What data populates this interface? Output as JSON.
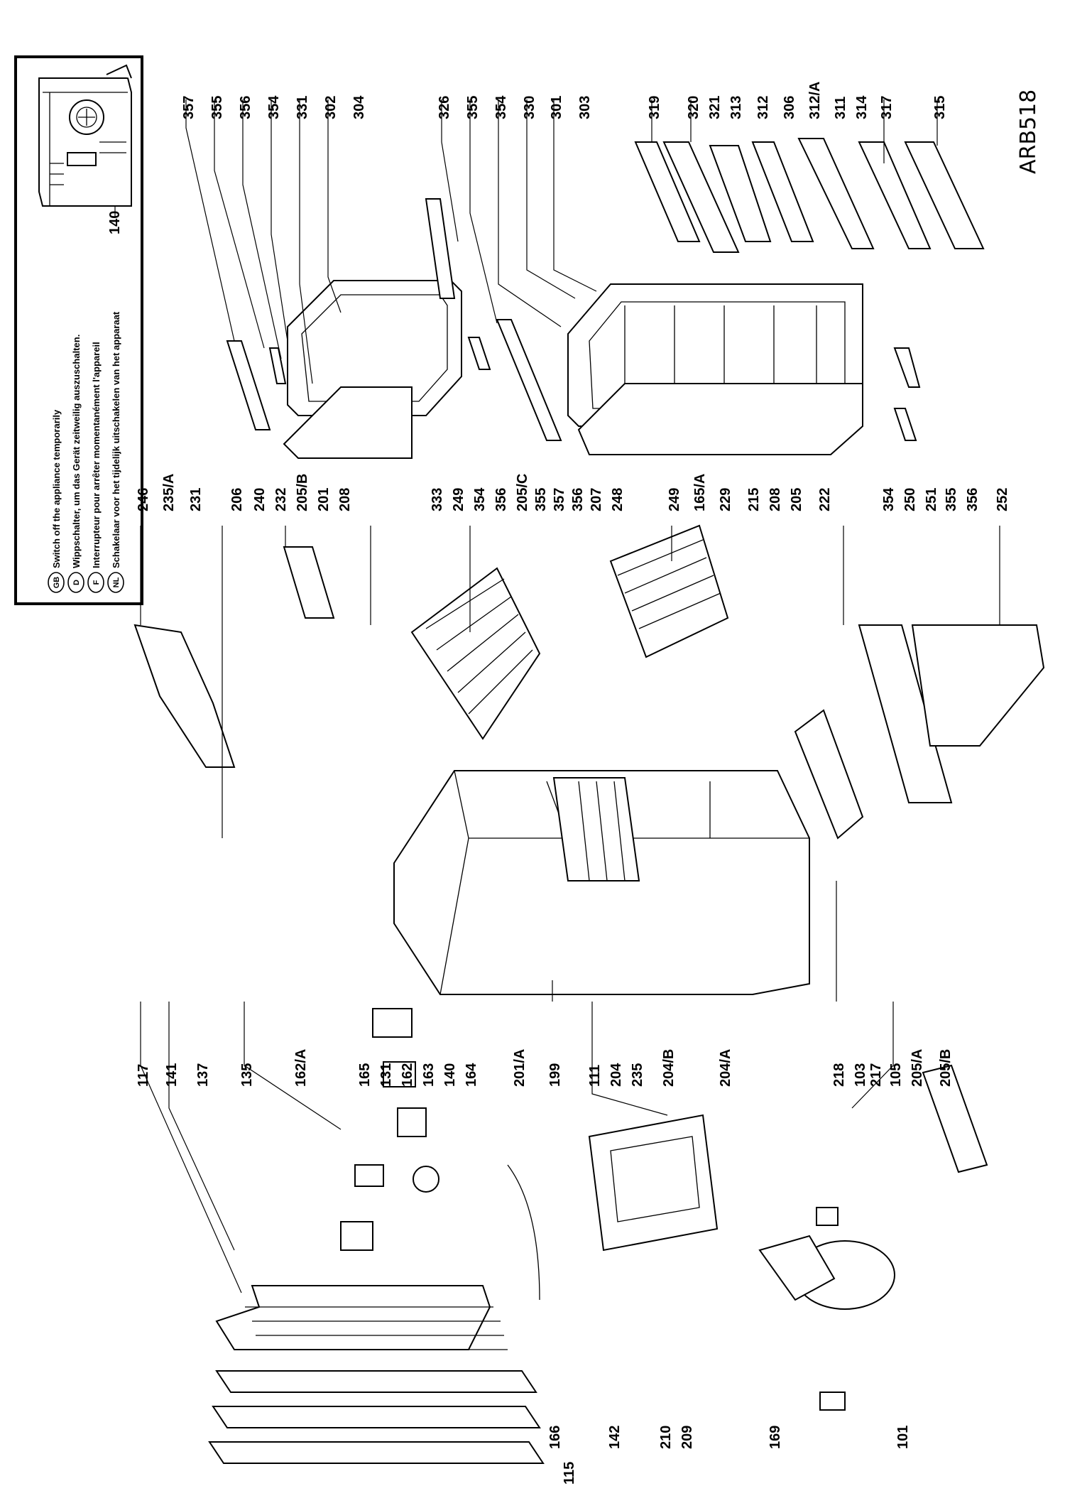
{
  "diagram": {
    "code": "ARB518",
    "notice": {
      "icon_part": "140",
      "lines": [
        {
          "lang": "GB",
          "text": "Switch off the appliance temporarily"
        },
        {
          "lang": "D",
          "text": "Wippschalter, um das Gerät zeitweilig auszuschalten."
        },
        {
          "lang": "F",
          "text": "Interrupteur pour arrêter  momentanément l'appareil"
        },
        {
          "lang": "NL",
          "text": "Schakelaar voor het tijdelijk uitschakelen van het apparaat"
        }
      ]
    },
    "labels": {
      "top_right": [
        "357",
        "355",
        "356",
        "354",
        "331",
        "302",
        "304",
        "326",
        "355",
        "354",
        "330",
        "301",
        "303",
        "319",
        "320",
        "321",
        "313",
        "312",
        "306",
        "312/A",
        "311",
        "314",
        "317",
        "315"
      ],
      "middle": [
        "246",
        "235/A",
        "231",
        "206",
        "240",
        "232",
        "205/B",
        "201",
        "208",
        "333",
        "249",
        "354",
        "356",
        "205/C",
        "355",
        "357",
        "356",
        "207",
        "248",
        "249",
        "165/A",
        "229",
        "215",
        "208",
        "205",
        "222",
        "354",
        "250",
        "251",
        "355",
        "356",
        "252"
      ],
      "bottom": [
        "117",
        "141",
        "137",
        "135",
        "162/A",
        "165",
        "131",
        "162",
        "163",
        "140",
        "164",
        "201/A",
        "199",
        "111",
        "204",
        "235",
        "204/B",
        "204/A",
        "218",
        "103",
        "217",
        "105",
        "205/A",
        "205/B"
      ],
      "bottom_left": [
        "166",
        "115",
        "142",
        "210",
        "209",
        "169",
        "101"
      ]
    }
  }
}
